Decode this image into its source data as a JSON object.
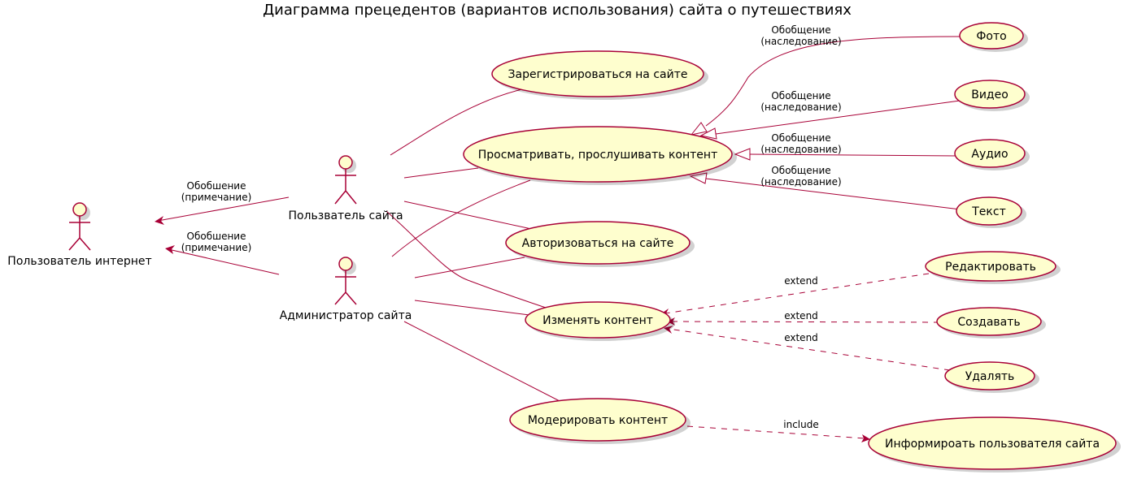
{
  "title": "Диаграмма прецедентов (вариантов использования) сайта о путешествиях",
  "colors": {
    "accent": "#A80036",
    "fill": "#FEFECE",
    "text": "#000000"
  },
  "actors": {
    "internet": "Пользователь интернет",
    "user": "Пользватель сайта",
    "admin": "Администратор сайта"
  },
  "usecases": {
    "register": "Зарегистрироваться на сайте",
    "view": "Просматривать, прослушивать контент",
    "auth": "Авторизоваться на сайте",
    "edit_content": "Изменять контент",
    "moderate": "Модерировать контент",
    "photo": "Фото",
    "video": "Видео",
    "audio": "Аудио",
    "text": "Текст",
    "edit": "Редактировать",
    "create": "Создавать",
    "delete": "Удалять",
    "inform": "Информироать пользователя сайта"
  },
  "relations": {
    "user_general": [
      "Обобшение",
      "(примечание)"
    ],
    "admin_general": [
      "Обобшение",
      "(примечание)"
    ],
    "photo_inherit": [
      "Обобщение",
      "(наследование)"
    ],
    "video_inherit": [
      "Обобщение",
      "(наследование)"
    ],
    "audio_inherit": [
      "Обобщение",
      "(наследование)"
    ],
    "text_inherit": [
      "Обобщение",
      "(наследование)"
    ],
    "extend_edit": "extend",
    "extend_create": "extend",
    "extend_delete": "extend",
    "include_inform": "include"
  }
}
